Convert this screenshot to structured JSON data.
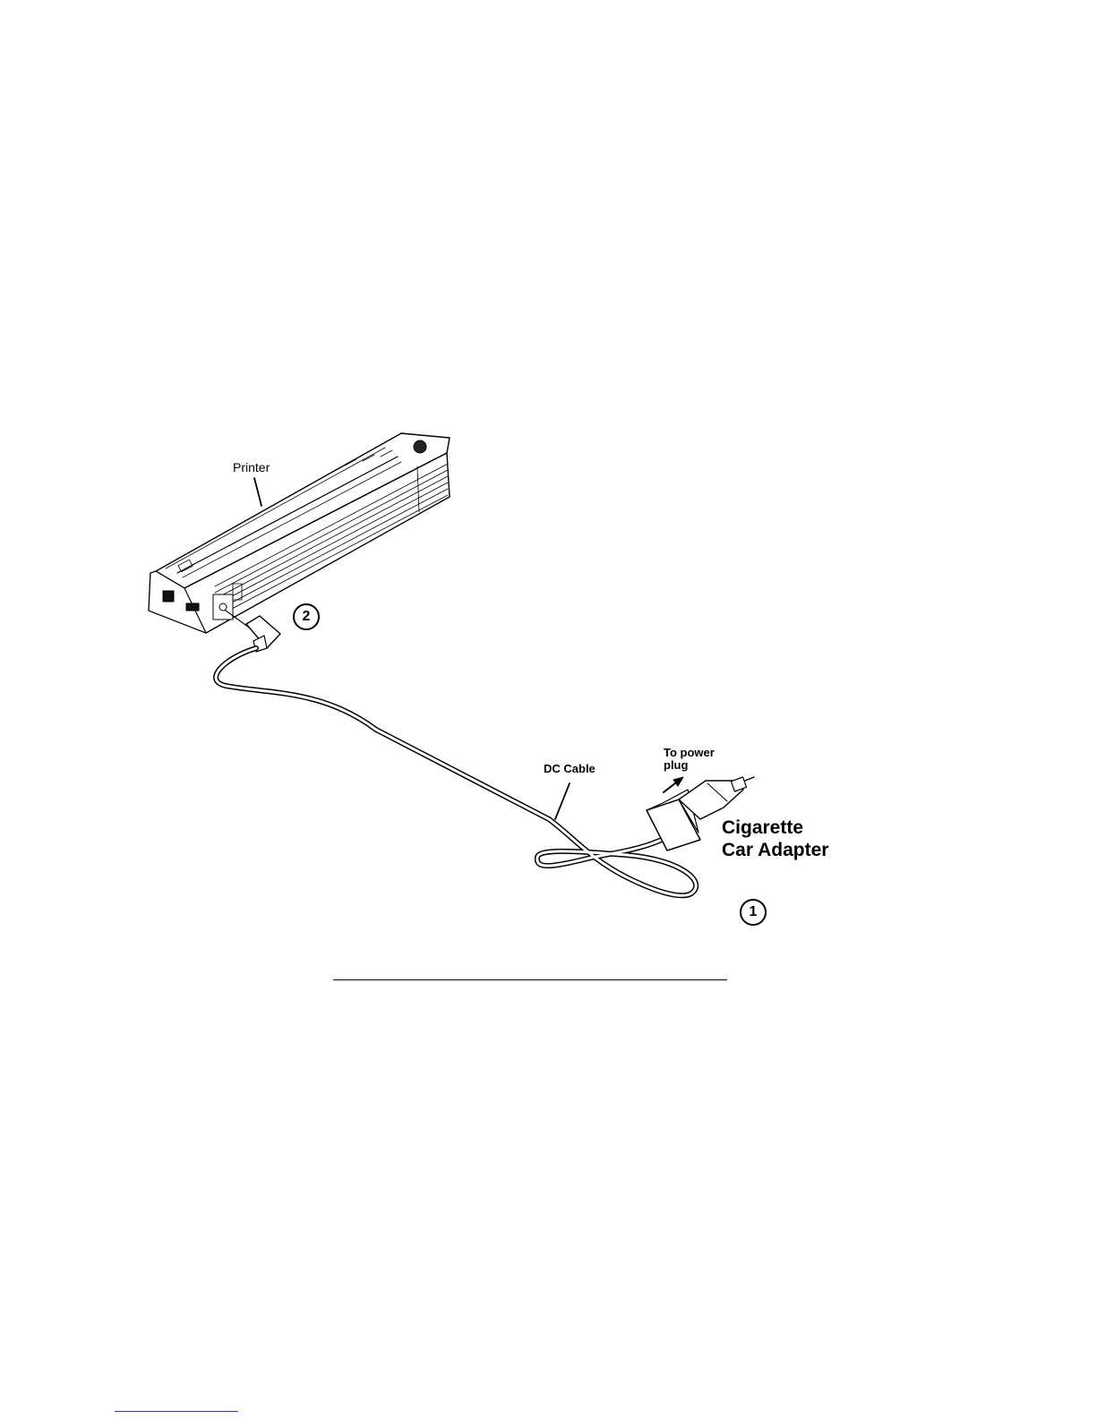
{
  "labels": {
    "printer": "Printer",
    "dc_cable": "DC Cable",
    "to_power_plug": "To power\nplug",
    "adapter": "Cigarette\nCar Adapter"
  },
  "steps": {
    "one": "1",
    "two": "2"
  }
}
